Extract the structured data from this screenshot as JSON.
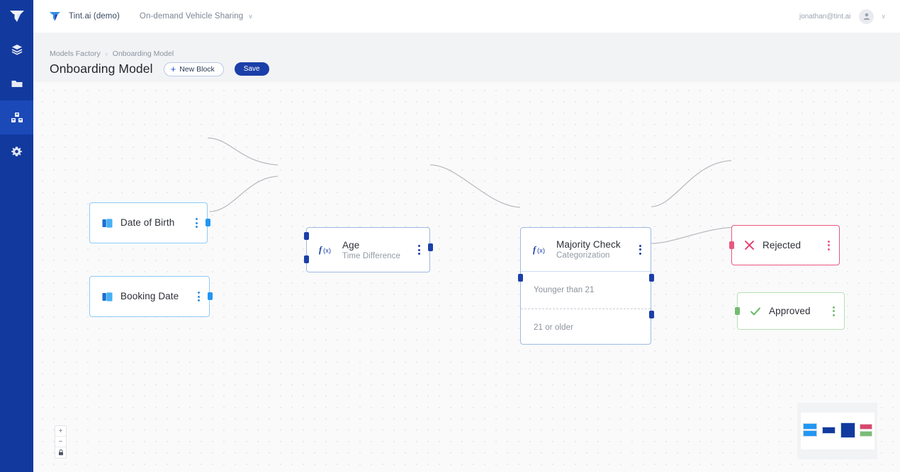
{
  "sidebar": {
    "logo_name": "tint-logo",
    "items": [
      {
        "name": "layers-icon",
        "label": "Layers",
        "active": false
      },
      {
        "name": "folder-icon",
        "label": "Projects",
        "active": false
      },
      {
        "name": "blocks-icon",
        "label": "Models Factory",
        "active": true
      },
      {
        "name": "gear-icon",
        "label": "Settings",
        "active": false
      }
    ]
  },
  "topbar": {
    "org": "Tint.ai (demo)",
    "project": "On-demand Vehicle Sharing",
    "project_caret": "∨",
    "email": "jonathan@tint.ai",
    "avatar_caret": "∨"
  },
  "header": {
    "breadcrumb": [
      "Models Factory",
      "Onboarding Model"
    ],
    "breadcrumb_sep": "›",
    "title": "Onboarding Model",
    "new_block_label": "New Block",
    "new_block_plus": "+",
    "save_label": "Save"
  },
  "canvas": {
    "nodes": [
      {
        "id": "dob",
        "type": "data",
        "title": "Date of Birth",
        "subtitle": "",
        "icon": "book-icon"
      },
      {
        "id": "booking",
        "type": "data",
        "title": "Booking Date",
        "subtitle": "",
        "icon": "book-icon"
      },
      {
        "id": "age",
        "type": "fn",
        "title": "Age",
        "subtitle": "Time Difference",
        "icon": "fx-icon"
      },
      {
        "id": "majority",
        "type": "fn",
        "title": "Majority Check",
        "subtitle": "Categorization",
        "icon": "fx-icon",
        "branches": [
          "Younger than 21",
          "21 or older"
        ]
      },
      {
        "id": "rejected",
        "type": "reject",
        "title": "Rejected",
        "subtitle": "",
        "icon": "x-icon"
      },
      {
        "id": "approved",
        "type": "approve",
        "title": "Approved",
        "subtitle": "",
        "icon": "check-icon"
      }
    ],
    "edges": [
      {
        "from": "dob",
        "to": "age"
      },
      {
        "from": "booking",
        "to": "age"
      },
      {
        "from": "age",
        "to": "majority"
      },
      {
        "from": "majority-younger",
        "to": "rejected"
      },
      {
        "from": "majority-older",
        "to": "approved"
      }
    ]
  },
  "zoom_controls": {
    "zoom_in": "+",
    "zoom_out": "−",
    "lock": "▪"
  },
  "colors": {
    "sidebar": "#123a9e",
    "sidebar_active": "#1b49b8",
    "accent_blue": "#1b3fa8",
    "data_node_border": "#8ecbf5",
    "fn_node_border": "#9fb8e3",
    "reject": "#e8587f",
    "approve": "#74bb72",
    "canvas_bg": "#fafafb",
    "header_bg": "#f2f3f5"
  }
}
